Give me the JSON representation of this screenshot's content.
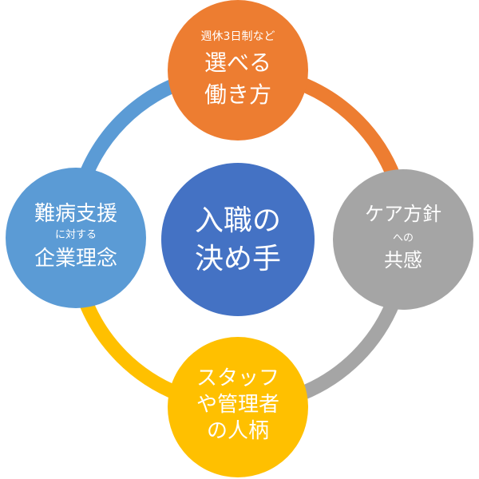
{
  "colors": {
    "orange": "#ED7D31",
    "gray": "#A5A5A5",
    "yellow": "#FFC000",
    "blue": "#5B9BD5",
    "center": "#4472C4"
  },
  "center": {
    "lines": [
      "入職の",
      "決め手"
    ]
  },
  "top": {
    "small": "週休3日制など",
    "lines": [
      "選べる",
      "働き方"
    ]
  },
  "right": {
    "line1": "ケア方針",
    "small": "への",
    "line2": "共感"
  },
  "bottom": {
    "lines": [
      "スタッフ",
      "や管理者",
      "の人柄"
    ]
  },
  "left": {
    "line1": "難病支援",
    "small": "に対する",
    "line2": "企業理念"
  }
}
